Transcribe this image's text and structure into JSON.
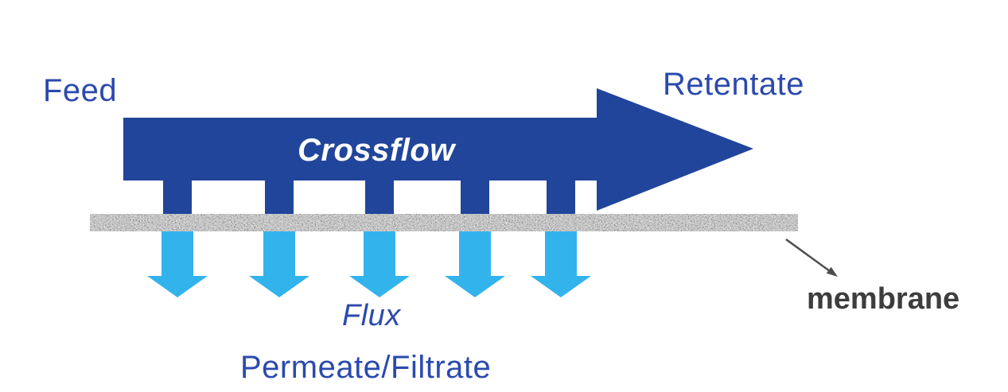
{
  "labels": {
    "feed": "Feed",
    "retentate": "Retentate",
    "crossflow": "Crossflow",
    "flux": "Flux",
    "permeate": "Permeate/Filtrate",
    "membrane": "membrane"
  },
  "colors": {
    "arrow_dark_blue": "#21459A",
    "flux_light_blue": "#33B3EC",
    "label_blue": "#2B4AAD",
    "crossflow_text_white": "#FFFFFF",
    "membrane_base_gray": "#9A9A9A",
    "membrane_label_gray": "#3D3D3D",
    "pointer_gray": "#4D4D4D",
    "background": "#FFFFFF"
  }
}
